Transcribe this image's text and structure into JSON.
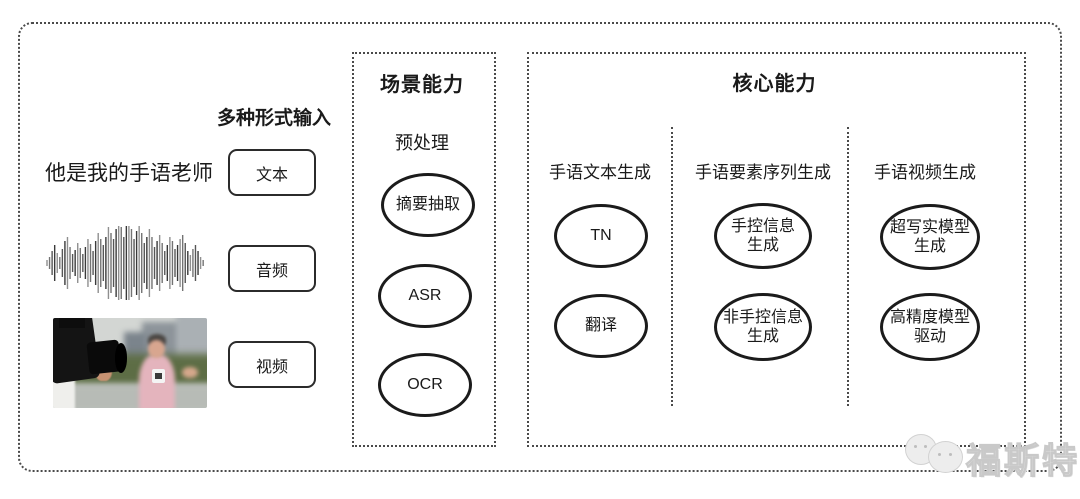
{
  "input_section": {
    "title": "多种形式输入",
    "sample_text": "他是我的手语老师",
    "items": [
      {
        "label": "文本"
      },
      {
        "label": "音频"
      },
      {
        "label": "视频"
      }
    ]
  },
  "scene_box": {
    "title": "场景能力",
    "subtitle": "预处理",
    "nodes": [
      {
        "label": "摘要抽取"
      },
      {
        "label": "ASR"
      },
      {
        "label": "OCR"
      }
    ]
  },
  "core_box": {
    "title": "核心能力",
    "columns": [
      {
        "label": "手语文本生成",
        "nodes": [
          {
            "label": "TN"
          },
          {
            "label": "翻译"
          }
        ]
      },
      {
        "label": "手语要素序列生成",
        "nodes": [
          {
            "label": "手控信息\n生成"
          },
          {
            "label": "非手控信息\n生成"
          }
        ]
      },
      {
        "label": "手语视频生成",
        "nodes": [
          {
            "label": "超写实模型\n生成"
          },
          {
            "label": "高精度模型\n驱动"
          }
        ]
      }
    ]
  },
  "watermark": {
    "text": "福斯特"
  },
  "colors": {
    "stroke": "#1b1b1b",
    "border_dots": "#4a4a4a",
    "watermark": "#c9c9c9"
  }
}
